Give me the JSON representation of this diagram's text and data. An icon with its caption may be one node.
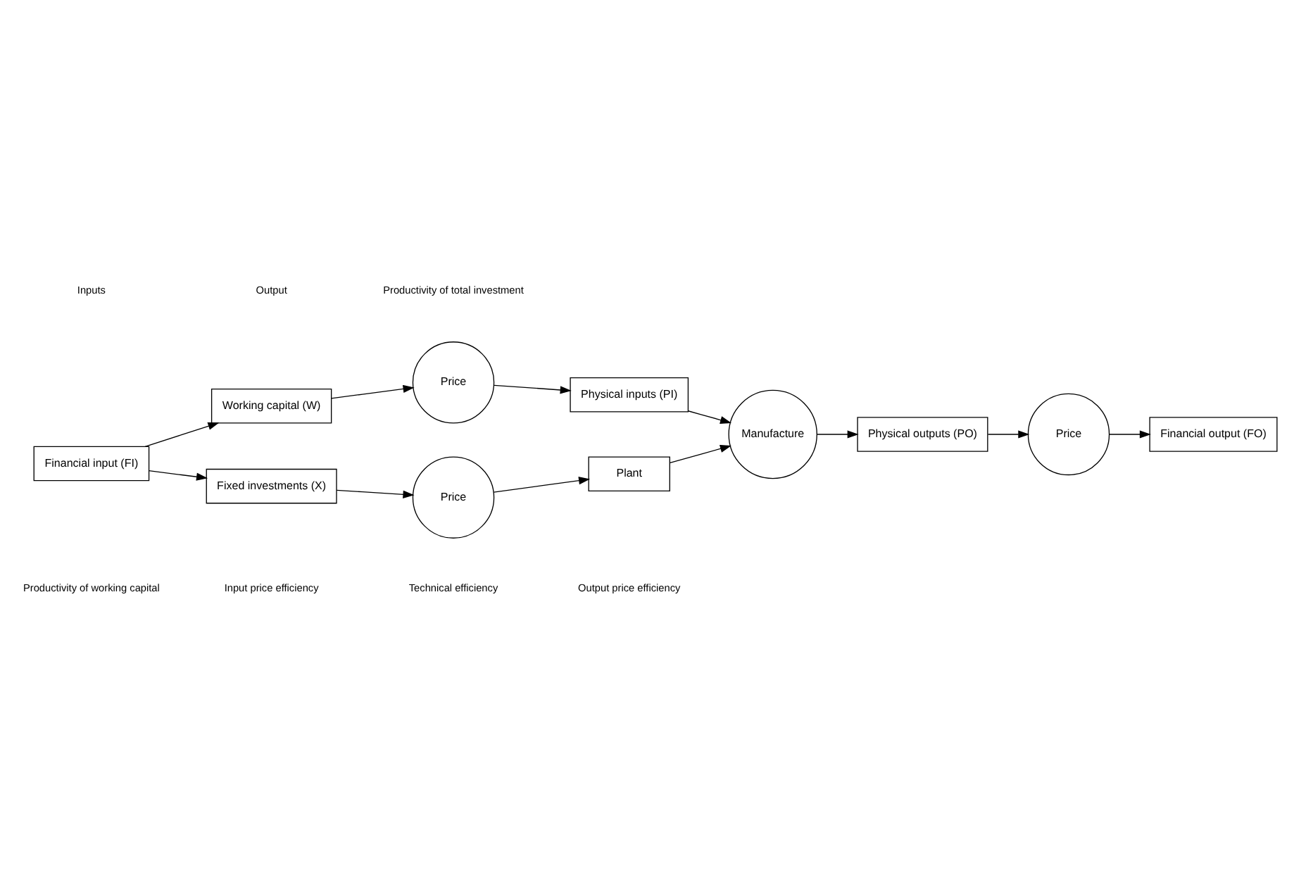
{
  "diagram": {
    "nodes": [
      {
        "text": [
          "Financial input (FI)"
        ]
      },
      {
        "text": [
          "Working capital (W)"
        ]
      },
      {
        "text": [
          "Price"
        ]
      },
      {
        "text": [
          "Physical inputs (PI)"
        ]
      },
      {
        "text": [
          "Fixed investments (X)"
        ]
      },
      {
        "text": [
          "Price"
        ]
      },
      {
        "text": [
          "Plant"
        ]
      },
      {
        "text": [
          "Manufacture"
        ]
      },
      {
        "text": [
          "Physical outputs (PO)"
        ]
      },
      {
        "text": [
          "Price"
        ]
      },
      {
        "text": [
          "Financial output (FO)"
        ]
      }
    ],
    "edges": [
      {
        "from": 0,
        "to": 1,
        "arrow": "to"
      },
      {
        "from": 0,
        "to": 4,
        "arrow": "to"
      },
      {
        "from": 1,
        "to": 2,
        "arrow": "to"
      },
      {
        "from": 2,
        "to": 3,
        "arrow": "to"
      },
      {
        "from": 3,
        "to": 7,
        "arrow": "to"
      },
      {
        "from": 4,
        "to": 5,
        "arrow": "to"
      },
      {
        "from": 5,
        "to": 6,
        "arrow": "to"
      },
      {
        "from": 6,
        "to": 7,
        "arrow": "to"
      },
      {
        "from": 7,
        "to": 8,
        "arrow": "to"
      },
      {
        "from": 8,
        "to": 9,
        "arrow": "to"
      },
      {
        "from": 9,
        "to": 10,
        "arrow": "to"
      }
    ],
    "labels": [
      "Productivity of working capital",
      "Input price efficiency",
      "Technical efficiency",
      "Output price efficiency",
      "Inputs",
      "Output",
      "Productivity of total investment"
    ]
  }
}
